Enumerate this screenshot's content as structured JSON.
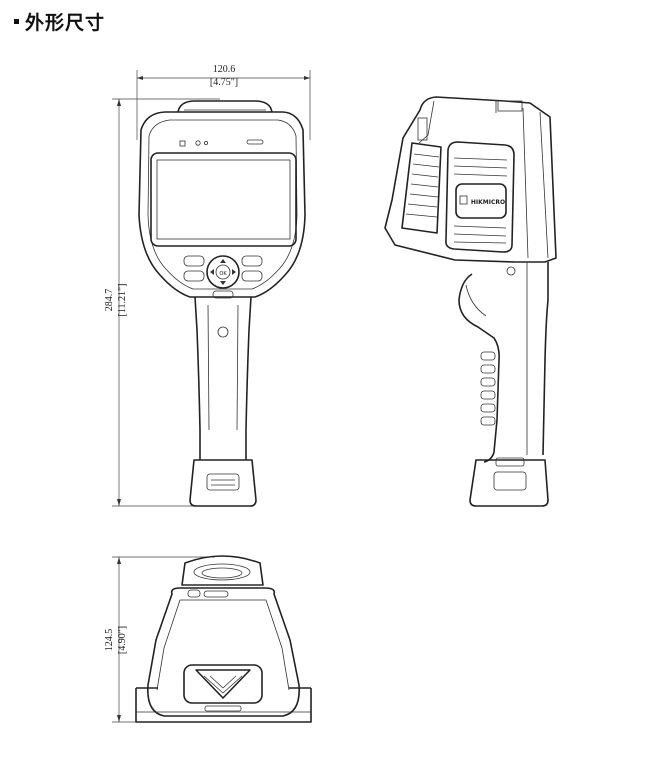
{
  "page": {
    "title": "外形尺寸"
  },
  "dimensions": {
    "width_mm": "120.6",
    "width_in": "[4.75\"]",
    "height_mm": "284.7",
    "height_in": "[11.21\"]",
    "depth_mm": "124.5",
    "depth_in": "[4.90\"]"
  },
  "labels": {
    "ok_button": "OK",
    "brand_logo": "HIKMICRO"
  },
  "icons": {
    "bullet": "square-bullet-icon",
    "camera_front": "thermal-camera-front-view",
    "camera_side": "thermal-camera-side-view",
    "camera_bottom": "thermal-camera-bottom-view"
  }
}
